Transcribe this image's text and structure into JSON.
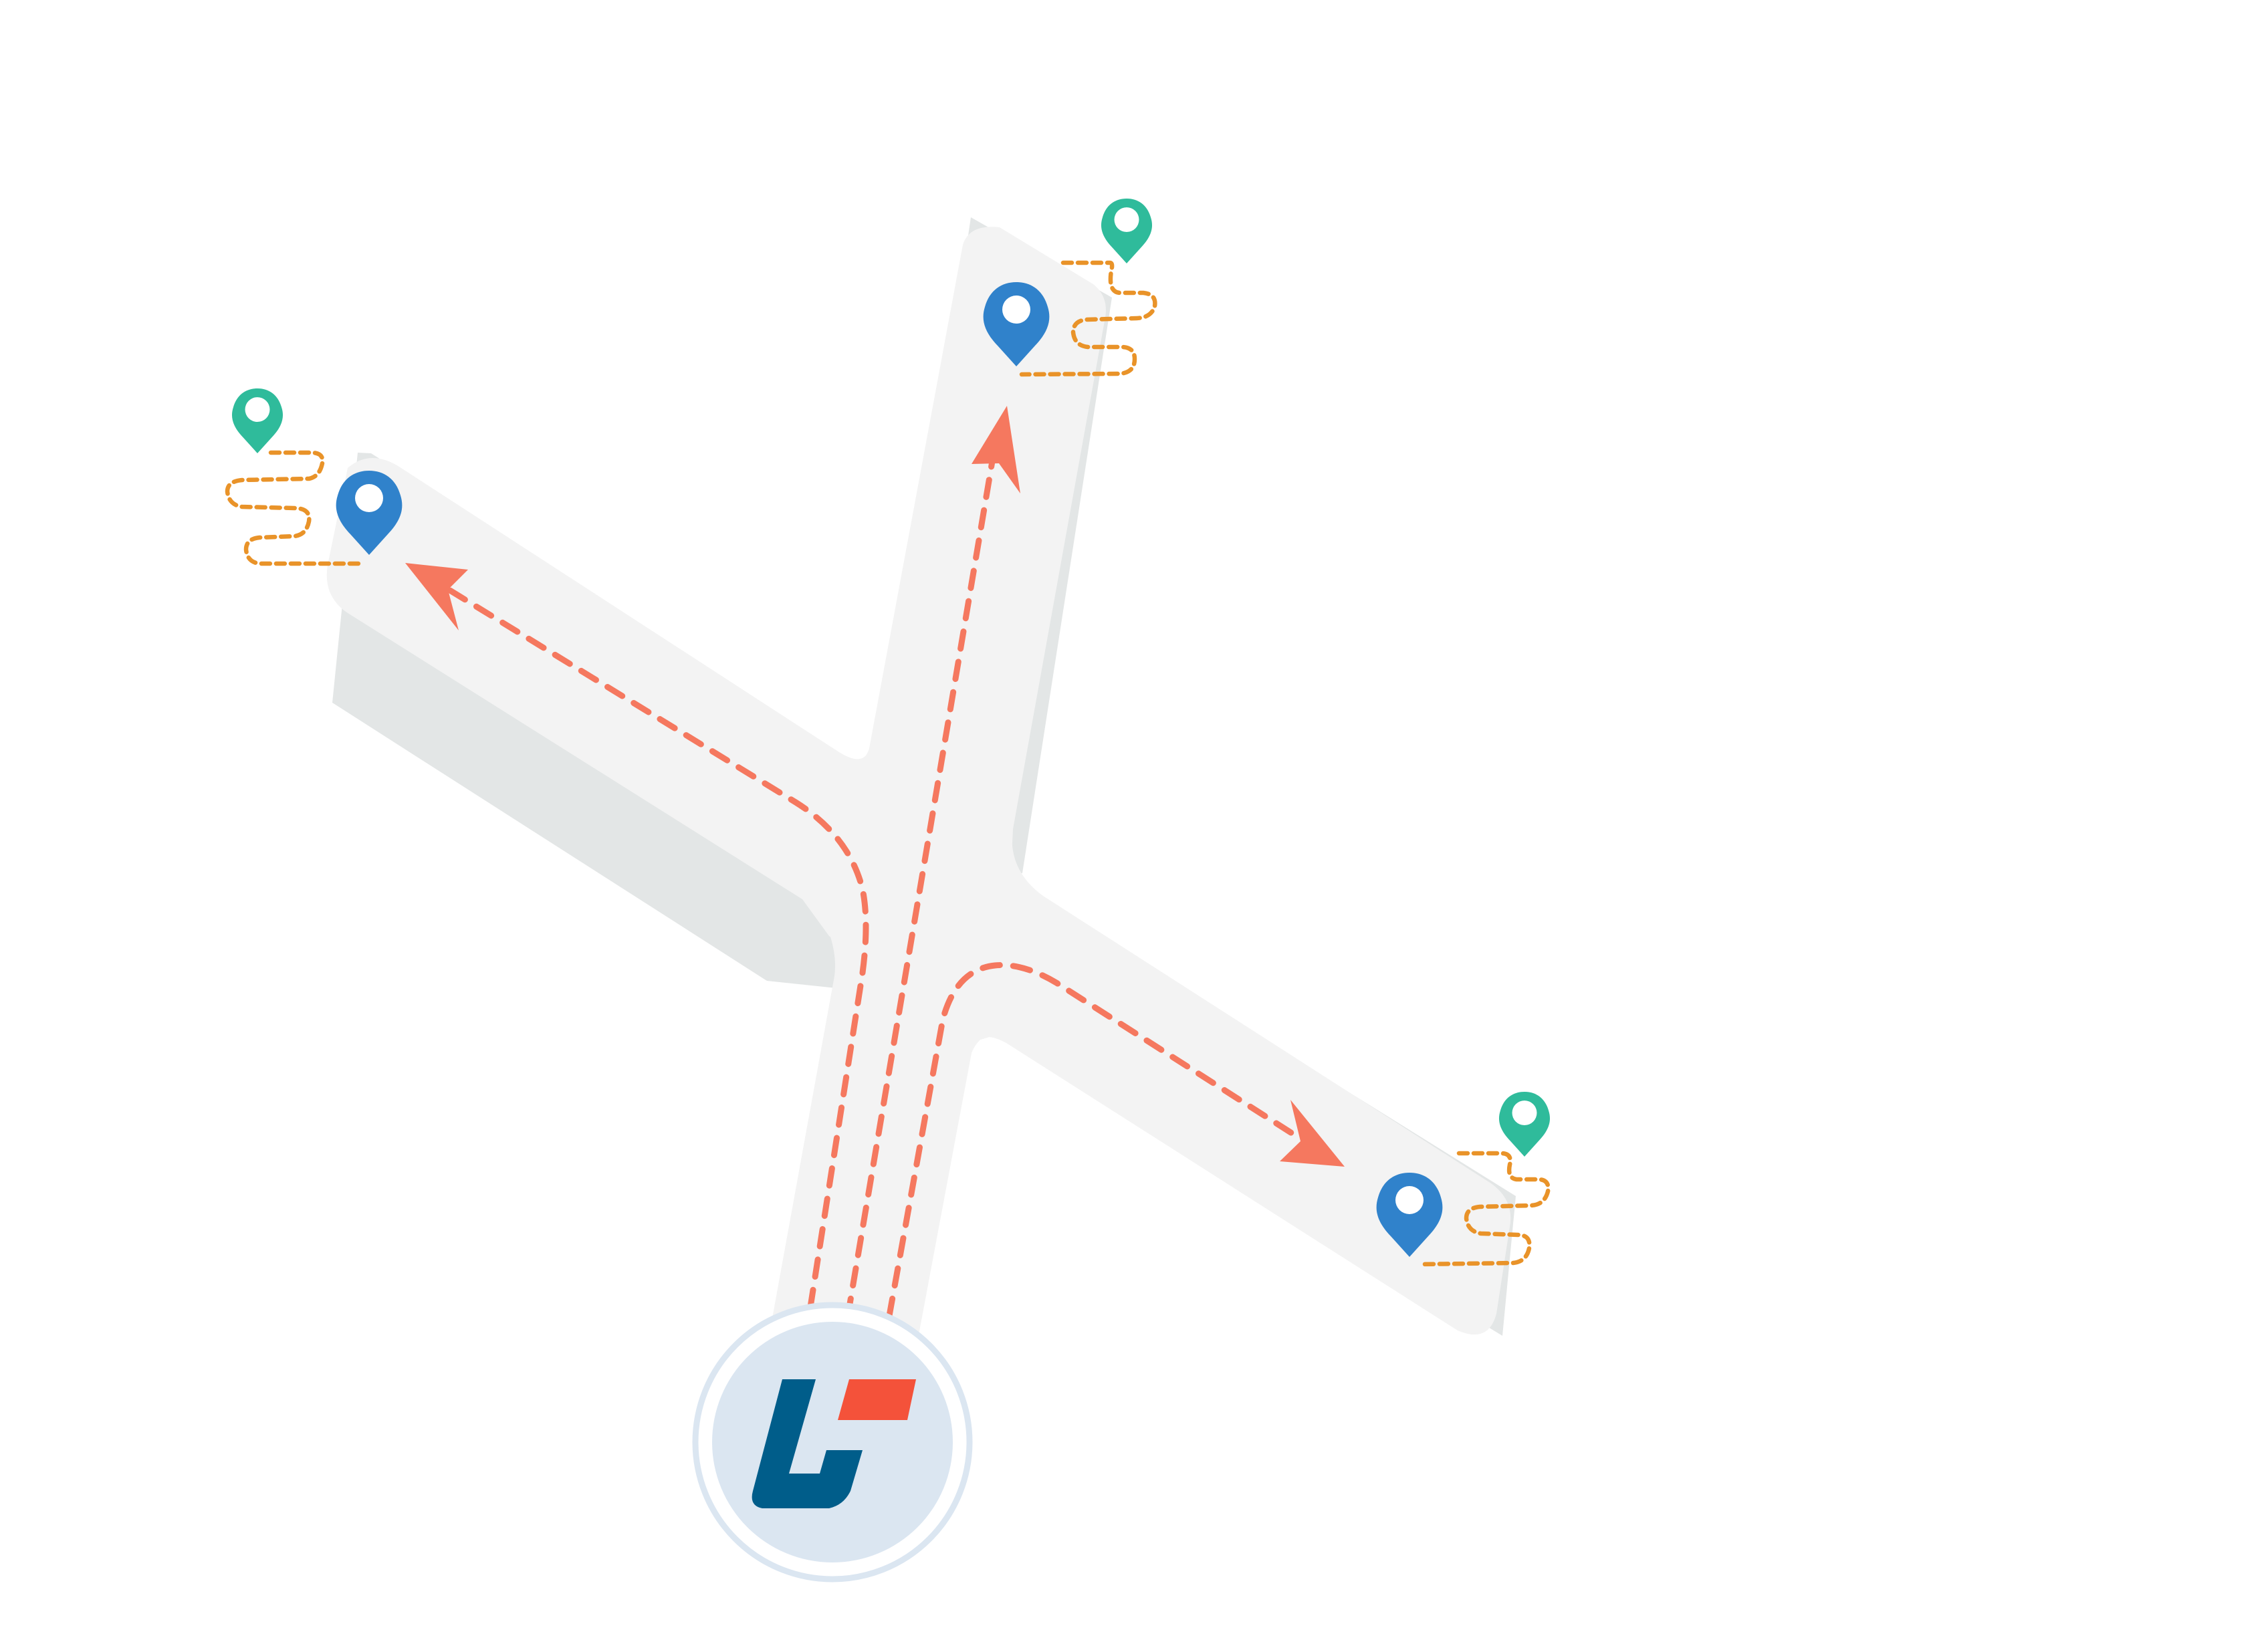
{
  "diagram": {
    "description_visible_text": "",
    "colors": {
      "background": "#ffffff",
      "road": "#f3f3f3",
      "road_shadow": "#e3e6e6",
      "route": "#f5785f",
      "trail": "#e99329",
      "destination_pin": "#3082cb",
      "waypoint_pin": "#2fbb9b",
      "hub": "#dbe6f1",
      "logo_primary": "#005d8a",
      "logo_accent": "#f4523a"
    },
    "icons": {
      "destination": "map-pin-icon",
      "waypoint": "map-pin-icon",
      "hub_logo": "brand-logo-icon",
      "direction": "arrowhead-icon"
    },
    "branches": [
      "left",
      "top",
      "right"
    ],
    "route_count": 3,
    "destination_count": 3
  }
}
